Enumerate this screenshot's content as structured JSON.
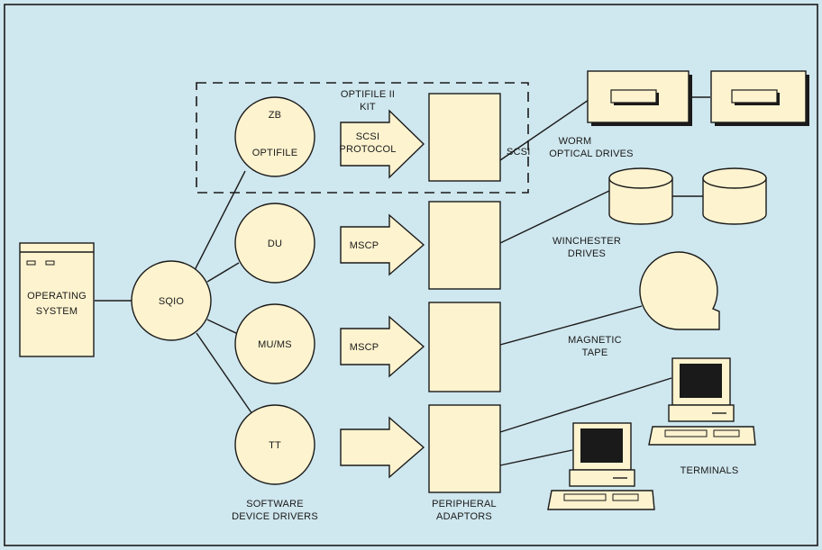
{
  "diagram": {
    "operating_system": [
      "OPERATING",
      "SYSTEM"
    ],
    "hub": "SQIO",
    "drivers": {
      "zb": [
        "ZB",
        "OPTIFILE"
      ],
      "du": "DU",
      "mums": "MU/MS",
      "tt": "TT"
    },
    "kit_label": [
      "OPTIFILE II",
      "KIT"
    ],
    "protocols": {
      "scsi": [
        "SCSI",
        "PROTOCOL"
      ],
      "mscp_du": "MSCP",
      "mscp_mu": "MSCP",
      "tt": ""
    },
    "scsi_bus_label": "SCSI",
    "devices": {
      "worm": [
        "WORM",
        "OPTICAL DRIVES"
      ],
      "winchester": [
        "WINCHESTER",
        "DRIVES"
      ],
      "magtape": [
        "MAGNETIC",
        "TAPE"
      ],
      "terminals": "TERMINALS"
    },
    "captions": {
      "drivers": [
        "SOFTWARE",
        "DEVICE DRIVERS"
      ],
      "adaptors": [
        "PERIPHERAL",
        "ADAPTORS"
      ]
    },
    "colors": {
      "background": "#cfe7ee",
      "shape_fill": "#fdf3cf",
      "ink": "#1a1a1a"
    }
  }
}
